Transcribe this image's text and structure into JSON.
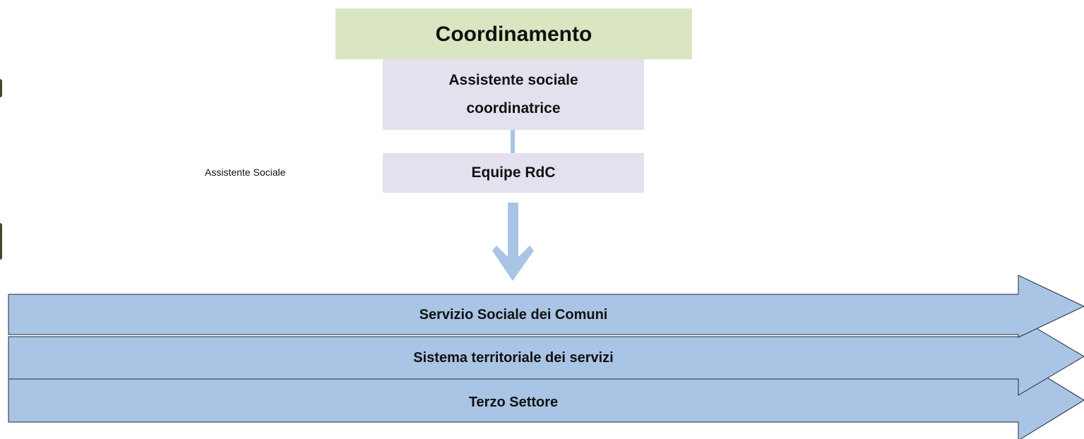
{
  "diagram": {
    "header": {
      "label": "Coordinamento"
    },
    "role": {
      "label": "Assistente sociale coordinatrice"
    },
    "team": {
      "label": "Equipe RdC"
    },
    "side_label": "Assistente Sociale",
    "bands": [
      {
        "label": "Servizio Sociale dei Comuni"
      },
      {
        "label": "Sistema territoriale dei servizi"
      },
      {
        "label": "Terzo Settore"
      }
    ],
    "colors": {
      "header_fill": "#d9e6c1",
      "box_fill": "#e5e0ed",
      "arrow_fill": "#a9c4e4",
      "band_stroke": "#1f2b3a"
    }
  }
}
